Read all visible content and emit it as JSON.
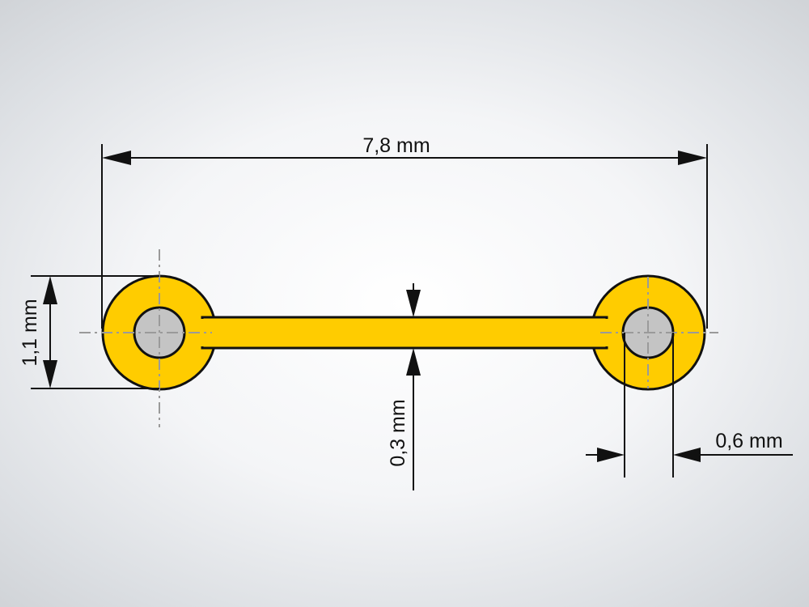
{
  "drawing": {
    "dimensions": {
      "overall_length": "7,8 mm",
      "pad_diameter": "1,1 mm",
      "track_width": "0,3 mm",
      "hole_diameter": "0,6 mm"
    },
    "colors": {
      "copper": "#FFCC00",
      "hole": "#C4C4C4",
      "outline": "#111111",
      "centerline": "#9A9A9A"
    }
  }
}
